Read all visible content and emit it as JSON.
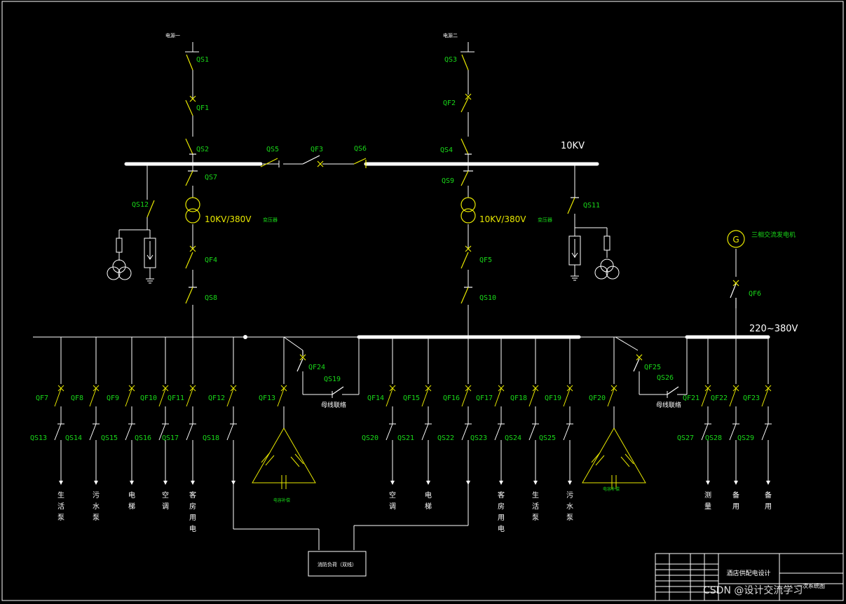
{
  "sources": {
    "source1": "电源一",
    "source2": "电源二"
  },
  "buses": {
    "hv": "10KV",
    "lv": "220~380V"
  },
  "transformer_label": "10KV/380V",
  "transformer_suffix": "变压器",
  "generator_label": "三相交流发电机",
  "bus_tie_label": "母线联络",
  "capacitor_label": "电容补偿",
  "fire_load_label": "消防负荷（双线）",
  "switches": {
    "QS1": "QS1",
    "QS2": "QS2",
    "QS3": "QS3",
    "QS4": "QS4",
    "QS5": "QS5",
    "QS6": "QS6",
    "QS7": "QS7",
    "QS8": "QS8",
    "QS9": "QS9",
    "QS10": "QS10",
    "QS11": "QS11",
    "QS12": "QS12",
    "QS19": "QS19",
    "QS26": "QS26",
    "QF1": "QF1",
    "QF2": "QF2",
    "QF3": "QF3",
    "QF4": "QF4",
    "QF5": "QF5",
    "QF6": "QF6",
    "QF24": "QF24",
    "QF25": "QF25"
  },
  "feeders_left": [
    {
      "qf": "QF7",
      "qs": "QS13",
      "load": "生活泵"
    },
    {
      "qf": "QF8",
      "qs": "QS14",
      "load": "污水泵"
    },
    {
      "qf": "QF9",
      "qs": "QS15",
      "load": "电梯"
    },
    {
      "qf": "QF10",
      "qs": "QS16",
      "load": "空调"
    },
    {
      "qf": "QF11",
      "qs": "QS17",
      "load": "客房用电"
    },
    {
      "qf": "QF12",
      "qs": "QS18",
      "load": ""
    },
    {
      "qf": "QF13",
      "qs": "",
      "load": ""
    }
  ],
  "feeders_mid": [
    {
      "qf": "QF14",
      "qs": "QS20",
      "load": "空调"
    },
    {
      "qf": "QF15",
      "qs": "QS21",
      "load": "电梯"
    },
    {
      "qf": "QF16",
      "qs": "QS22",
      "load": ""
    },
    {
      "qf": "QF17",
      "qs": "QS23",
      "load": "客房用电"
    },
    {
      "qf": "QF18",
      "qs": "QS24",
      "load": "生活泵"
    },
    {
      "qf": "QF19",
      "qs": "QS25",
      "load": "污水泵"
    },
    {
      "qf": "QF20",
      "qs": "",
      "load": ""
    }
  ],
  "feeders_right": [
    {
      "qf": "QF21",
      "qs": "QS27",
      "load": "测量"
    },
    {
      "qf": "QF22",
      "qs": "QS28",
      "load": "备用"
    },
    {
      "qf": "QF23",
      "qs": "QS29",
      "load": "备用"
    }
  ],
  "title_block": {
    "project": "酒店供配电设计",
    "drawing": "一次系统图"
  },
  "watermark": "CSDN @设计交流学习"
}
